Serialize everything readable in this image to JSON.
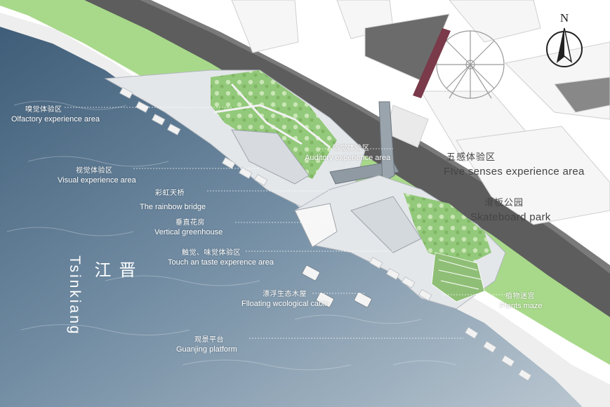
{
  "river": {
    "cn": "晋江",
    "en": "Tsinkiang"
  },
  "compass": {
    "label": "N"
  },
  "zones": [
    {
      "cn": "嗅觉体验区",
      "en": "Olfactory experience area"
    },
    {
      "cn": "视觉体验区",
      "en": "Visual experience area"
    },
    {
      "cn": "彩虹天桥",
      "en": "The rainbow bridge"
    },
    {
      "cn": "垂直花房",
      "en": "Vertical greenhouse"
    },
    {
      "cn": "触觉、味觉体验区",
      "en": "Touch an taste experence area"
    },
    {
      "cn": "漂浮生态木屋",
      "en": "Flloating wcological cabin"
    },
    {
      "cn": "观景平台",
      "en": "Guanjing platform"
    },
    {
      "cn": "听觉体验区",
      "en": "Auditory experience area"
    },
    {
      "cn": "植物迷宫",
      "en": "Plants maze"
    }
  ],
  "districts": [
    {
      "cn": "五感体验区",
      "en": "FIve senses experience area"
    },
    {
      "cn": "滑板公园",
      "en": "Skateboard park"
    }
  ],
  "colors": {
    "water": "#5d7a92",
    "grass": "#a8d98a",
    "road": "#5a5a5a",
    "platform": "#e9ebee",
    "building": "#f4f4f4"
  }
}
